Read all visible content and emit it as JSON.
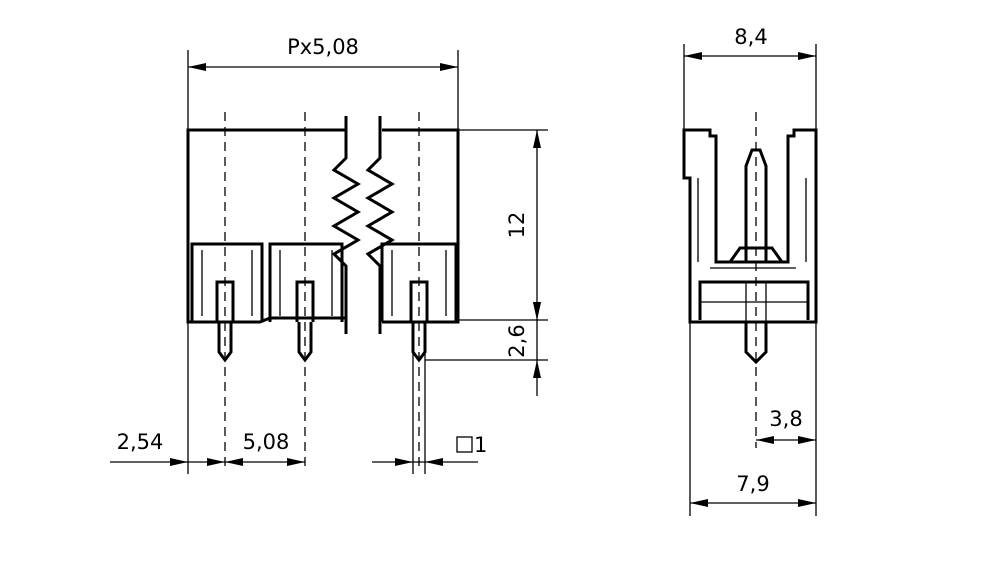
{
  "dimensions": {
    "pitch_total": "Px5,08",
    "height": "12",
    "pin_length": "2,6",
    "edge_offset": "2,54",
    "pitch": "5,08",
    "pin_square": "1",
    "side_width_top": "8,4",
    "side_pin_offset": "3,8",
    "side_width_bottom": "7,9"
  }
}
